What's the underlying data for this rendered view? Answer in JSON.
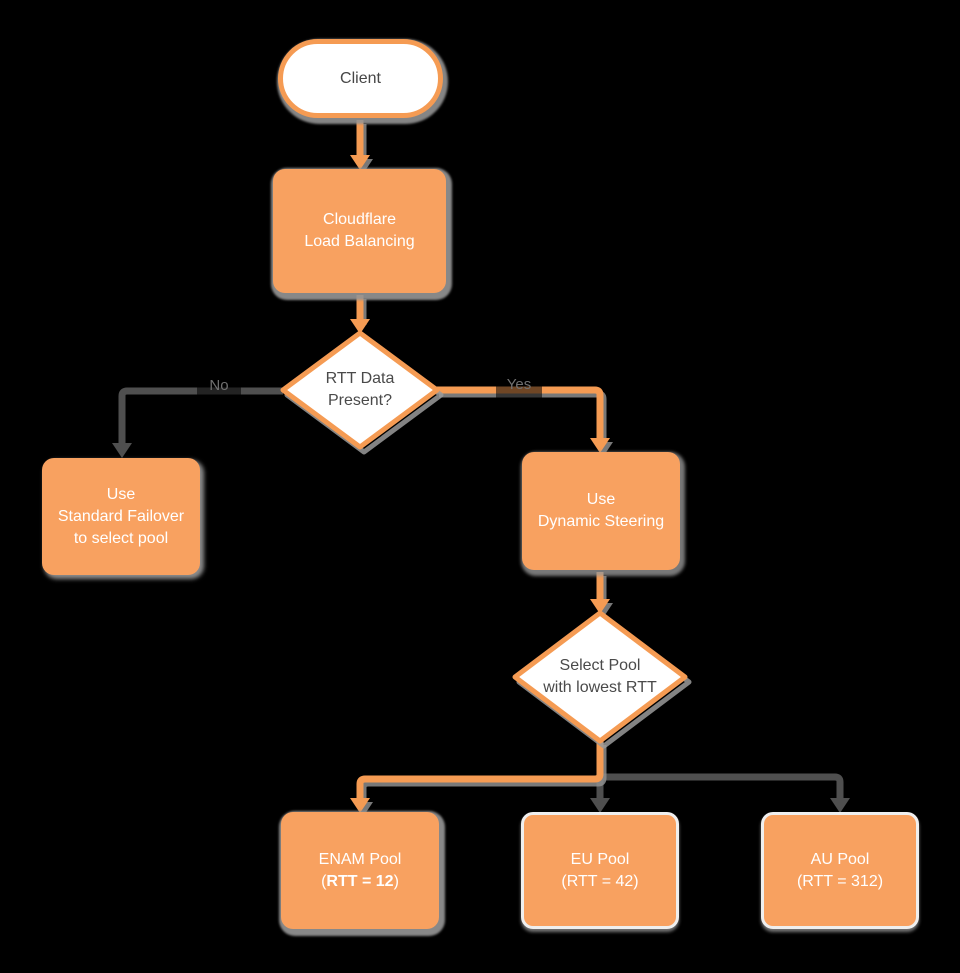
{
  "colors": {
    "background": "#000000",
    "node_fill_orange": "#F8A160",
    "outline_orange": "#F59B53",
    "connector_gray": "#4F4F4F",
    "shadow_gray": "#8E8E8E",
    "text_on_orange": "#FFFFFF",
    "text_dark": "#4A4A4A",
    "white_fill": "#FFFFFF"
  },
  "nodes": {
    "client": {
      "label": "Client"
    },
    "load_balancing": {
      "lines": [
        "Cloudflare",
        "Load Balancing"
      ]
    },
    "rtt_decision": {
      "lines": [
        "RTT Data",
        "Present?"
      ]
    },
    "standard_failover": {
      "lines": [
        "Use",
        "Standard Failover",
        "to select pool"
      ]
    },
    "dynamic_steering": {
      "lines": [
        "Use",
        "Dynamic Steering"
      ]
    },
    "select_pool": {
      "lines": [
        "Select Pool",
        "with lowest RTT"
      ]
    },
    "enam_pool": {
      "name": "ENAM Pool",
      "rtt_prefix": "(",
      "rtt_bold": "RTT = 12",
      "rtt_suffix": ")"
    },
    "eu_pool": {
      "name": "EU Pool",
      "rtt": "(RTT = 42)"
    },
    "au_pool": {
      "name": "AU Pool",
      "rtt": "(RTT = 312)"
    }
  },
  "edges": {
    "no_label": "No",
    "yes_label": "Yes"
  }
}
